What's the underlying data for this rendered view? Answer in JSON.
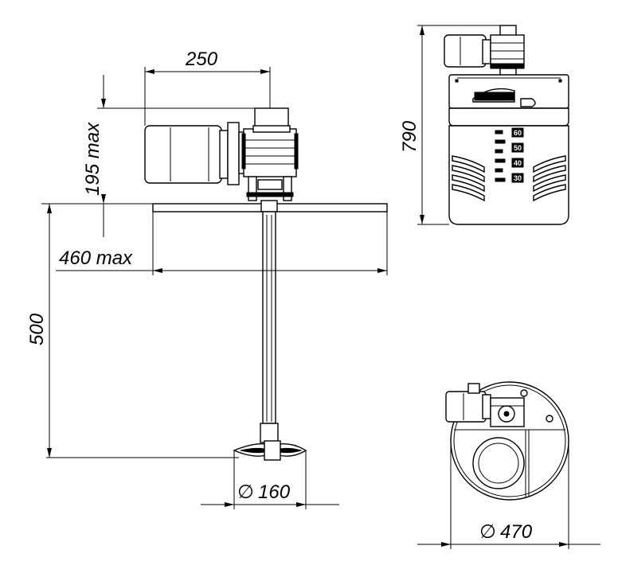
{
  "dimensions": {
    "top_width": "250",
    "motor_height": "195 max",
    "flange_width": "460 max",
    "shaft_length": "500",
    "impeller_diameter": "160",
    "total_height": "790",
    "tank_diameter": "470"
  },
  "diameter_symbol": "∅",
  "scale_marks": [
    "60",
    "50",
    "40",
    "30"
  ],
  "colors": {
    "line": "#000000",
    "background": "#ffffff"
  }
}
